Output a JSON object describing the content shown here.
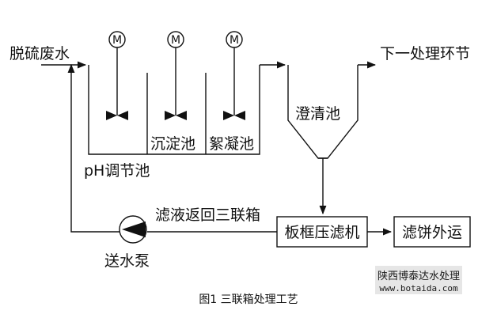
{
  "labels": {
    "wastewater_in": "脱硫废水",
    "next_stage": "下一处理环节",
    "ph_tank": "pH调节池",
    "settling_tank": "沉淀池",
    "flocculation_tank": "絮凝池",
    "clarifier": "澄清池",
    "filtrate_return": "滤液返回三联箱",
    "filter_press": "板框压滤机",
    "cake_out": "滤饼外运",
    "pump": "送水泵",
    "motor": "M"
  },
  "caption": "图1  三联箱处理工艺",
  "watermark": {
    "name": "陕西博泰达水处理",
    "url": "www.botaida.com"
  },
  "colors": {
    "line": "#111111",
    "background": "#ffffff",
    "watermark_bg": "#e6e6e6"
  }
}
